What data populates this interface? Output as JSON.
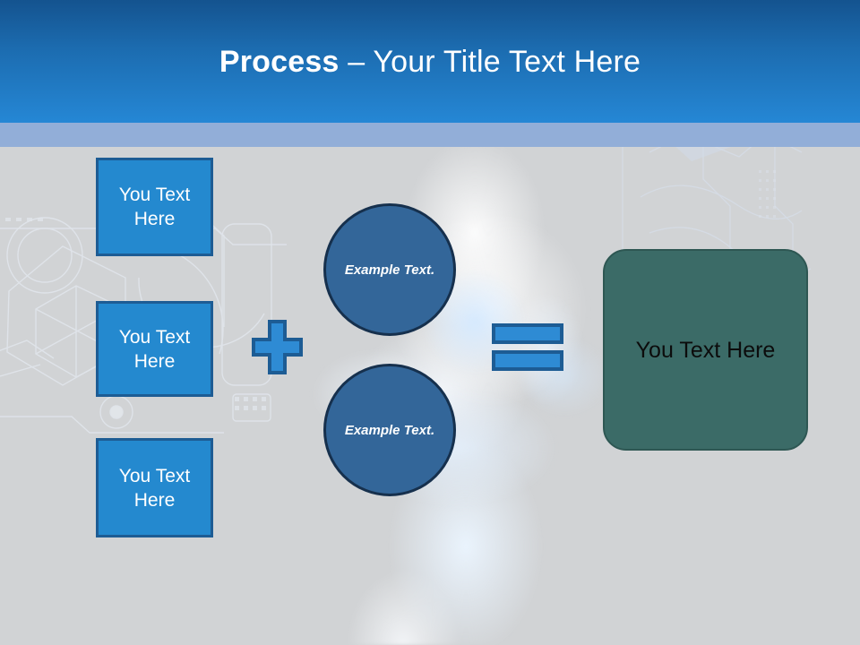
{
  "slide": {
    "title": {
      "bold_part": "Process",
      "rest_part": " – Your Title Text Here"
    },
    "theme": {
      "header_gradient_top": "#14538f",
      "header_gradient_bottom": "#2587d5",
      "header_band": "#92aed8",
      "content_background": "#d1d3d5",
      "box_fill": "#2489cf",
      "box_border": "#1d5c94",
      "circle_fill": "#336699",
      "circle_border": "#16304d",
      "result_fill": "#3b6b67",
      "result_border": "#2e5753",
      "operator_fill": "#2e8bd4",
      "operator_border": "#1d5c94",
      "title_color": "#ffffff",
      "box_text_color": "#ffffff",
      "result_text_color": "#0c0c0c"
    },
    "inputs": [
      {
        "label": "You Text Here"
      },
      {
        "label": "You Text Here"
      },
      {
        "label": "You Text Here"
      }
    ],
    "operators": {
      "plus": "plus-sign",
      "equals": "equals-sign"
    },
    "circles": [
      {
        "label": "Example Text."
      },
      {
        "label": "Example Text."
      }
    ],
    "result": {
      "label": "You Text Here"
    }
  }
}
